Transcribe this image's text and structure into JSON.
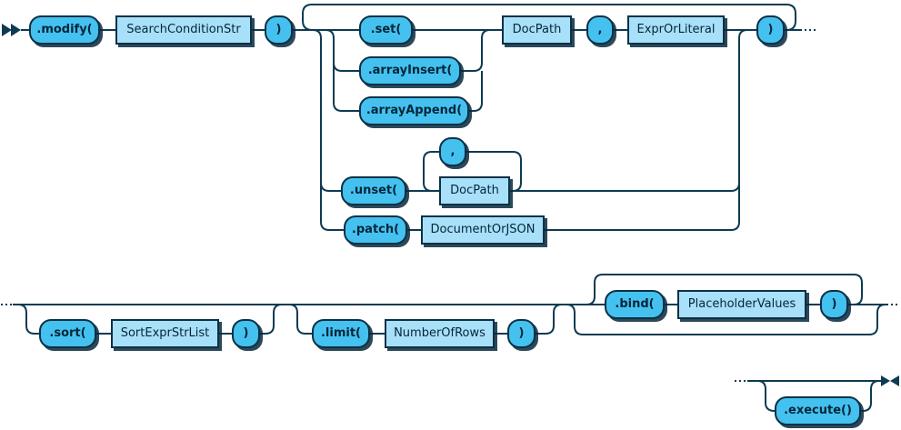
{
  "diagram": {
    "kind": "railroad-syntax-diagram",
    "colors": {
      "terminal_fill": "#45c1f0",
      "nonterminal_fill": "#a9e0f9",
      "border": "#0b3146",
      "line": "#0e3a52",
      "text": "#03263a",
      "background": "#ffffff"
    },
    "markers": {
      "start": "start-arrow",
      "end": "end-arrow",
      "continuation": "dotted-line"
    },
    "nodes": {
      "modify": ".modify(",
      "search_condition_str": "SearchConditionStr",
      "close_paren_1": ")",
      "set": ".set(",
      "array_insert": ".arrayInsert(",
      "array_append": ".arrayAppend(",
      "doc_path_set": "DocPath",
      "comma_set": ",",
      "expr_or_literal": "ExprOrLiteral",
      "close_paren_2": ")",
      "comma_unset": ",",
      "unset": ".unset(",
      "doc_path_unset": "DocPath",
      "patch": ".patch(",
      "document_or_json": "DocumentOrJSON",
      "sort": ".sort(",
      "sort_expr_str_list": "SortExprStrList",
      "close_paren_3": ")",
      "limit": ".limit(",
      "number_of_rows": "NumberOfRows",
      "close_paren_4": ")",
      "bind": ".bind(",
      "placeholder_values": "PlaceholderValues",
      "close_paren_5": ")",
      "execute": ".execute()"
    }
  }
}
